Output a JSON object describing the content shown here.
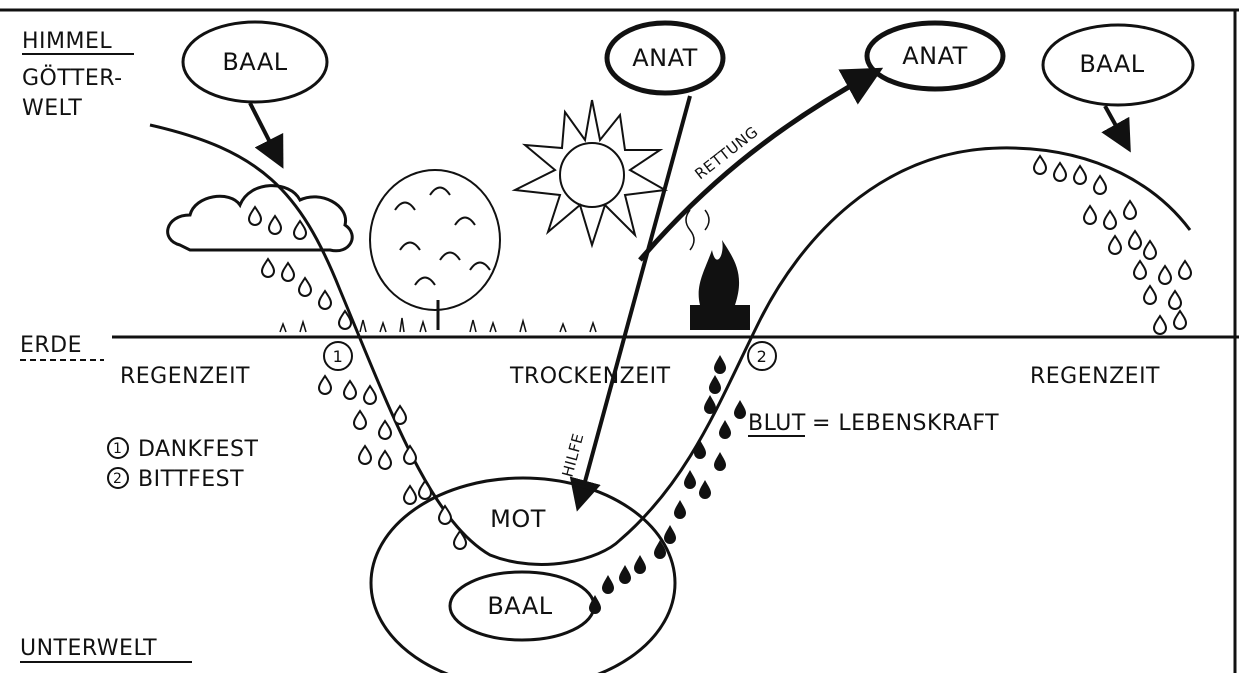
{
  "labels": {
    "himmel": "HIMMEL",
    "goetterwelt_1": "GÖTTER-",
    "goetterwelt_2": "WELT",
    "erde": "ERDE",
    "unterwelt": "UNTERWELT",
    "regenzeit_left": "REGENZEIT",
    "trockenzeit": "TROCKENZEIT",
    "regenzeit_right": "REGENZEIT",
    "dankfest": "DANKFEST",
    "bittfest": "BITTFEST",
    "marker_1": "1",
    "marker_2": "2",
    "blut": "BLUT",
    "lebenskraft": "= LEBENSKRAFT",
    "rettung": "RETTUNG",
    "hilfe": "HILFE",
    "mot": "MOT"
  },
  "deities": {
    "baal_top_left": "BAAL",
    "anat_top_center": "ANAT",
    "anat_top_right": "ANAT",
    "baal_top_right": "BAAL",
    "baal_underworld": "BAAL"
  },
  "colors": {
    "ink": "#111111",
    "paper": "#ffffff"
  }
}
